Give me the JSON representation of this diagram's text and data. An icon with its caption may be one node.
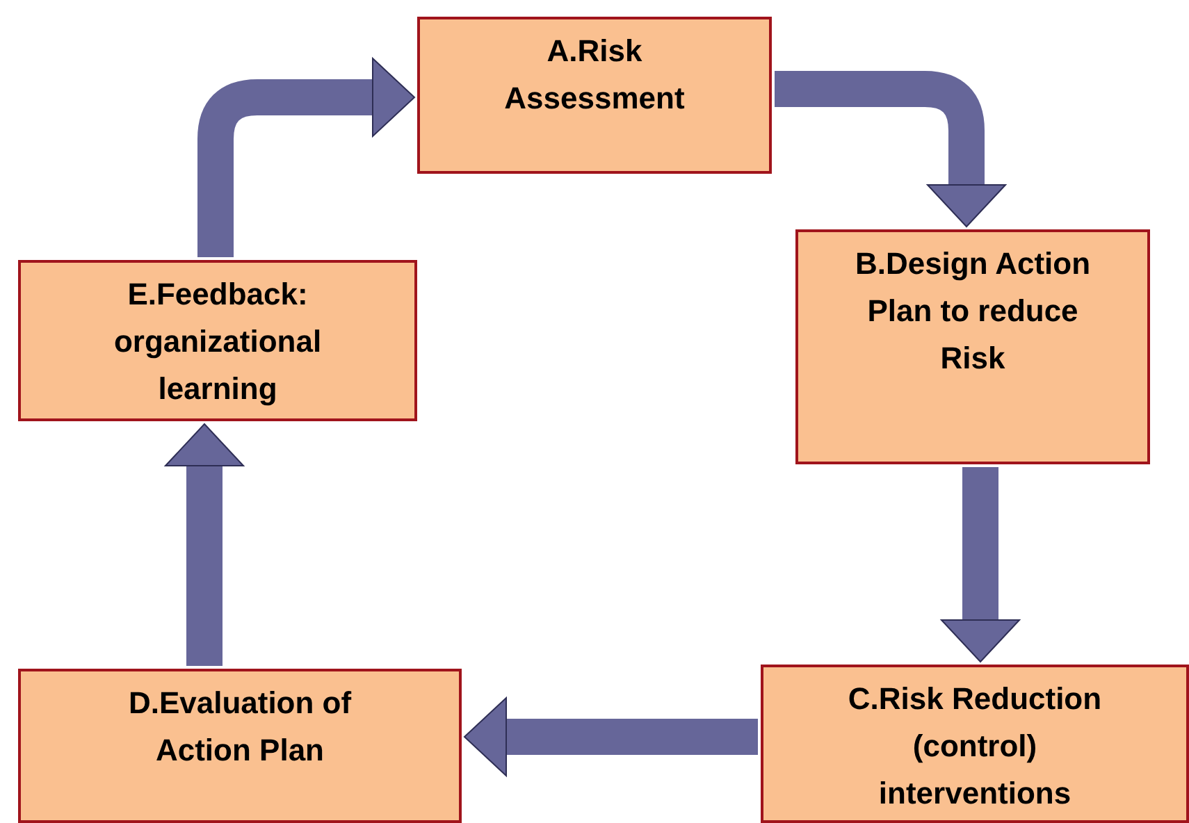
{
  "diagram": {
    "nodes": [
      {
        "text": [
          "A.Risk Assessment"
        ]
      },
      {
        "text": [
          "B.Design Action Plan to reduce Risk"
        ]
      },
      {
        "text": [
          "C.Risk Reduction (control) interventions"
        ]
      },
      {
        "text": [
          "D.Evaluation of Action Plan"
        ]
      },
      {
        "text": [
          "E.Feedback: organizational learning"
        ]
      }
    ],
    "edges": [
      {
        "from": 0,
        "to": 1,
        "arrow": "to"
      },
      {
        "from": 1,
        "to": 2,
        "arrow": "to"
      },
      {
        "from": 2,
        "to": 3,
        "arrow": "to"
      },
      {
        "from": 3,
        "to": 4,
        "arrow": "to"
      },
      {
        "from": 4,
        "to": 0,
        "arrow": "to"
      }
    ]
  }
}
